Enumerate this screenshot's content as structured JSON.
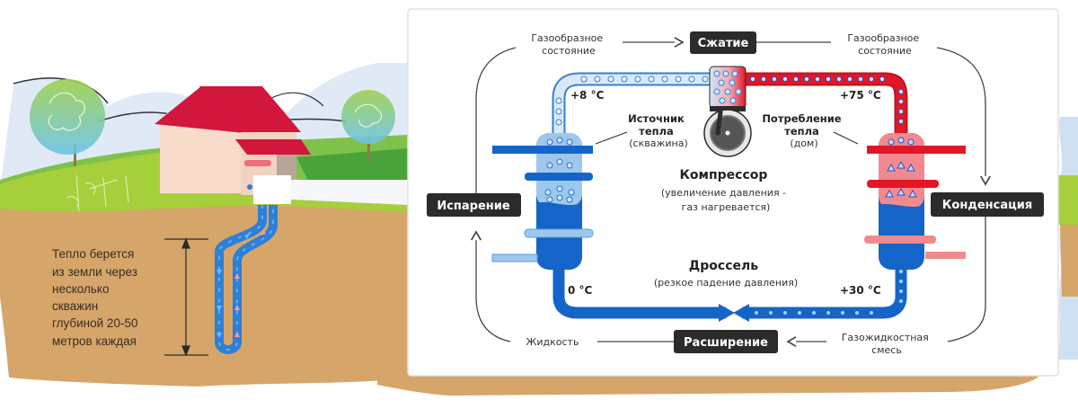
{
  "landscape": {
    "caption_lines": [
      "Тепло берется",
      "из земли через",
      "несколько",
      "скважин",
      "глубиной 20-50",
      "метров каждая"
    ],
    "colors": {
      "ground": "#d6a56a",
      "grass": "#a6cf3c",
      "roof": "#d2163c",
      "wall": "#f7dccb",
      "pipe": "#2f7fd6"
    }
  },
  "cycle": {
    "stages": {
      "compression": "Сжатие",
      "condensation": "Конденсация",
      "expansion": "Расширение",
      "evaporation": "Испарение"
    },
    "states": {
      "gas_left": [
        "Газообразное",
        "состояние"
      ],
      "gas_right": [
        "Газообразное",
        "состояние"
      ],
      "liquid": "Жидкость",
      "mixture": [
        "Газожидкостная",
        "смесь"
      ]
    },
    "temperatures": {
      "evaporator_out": "+8 °C",
      "compressor_out": "+75 °C",
      "condenser_out": "+30 °C",
      "throttle_out": "0 °C"
    },
    "components": {
      "heat_source": [
        "Источник",
        "тепла",
        "(скважина)"
      ],
      "heat_consumer": [
        "Потребление",
        "тепла",
        "(дом)"
      ],
      "compressor": {
        "title": "Компрессор",
        "desc": [
          "(увеличение давления -",
          "газ нагревается)"
        ]
      },
      "throttle": {
        "title": "Дроссель",
        "desc": "(резкое падение давления)"
      }
    },
    "colors": {
      "cold": "#1565c8",
      "cold_light": "#9cc8ee",
      "hot": "#e01826",
      "hot_light": "#f08a8e",
      "tag_bg": "#2b2b2b",
      "line": "#444444"
    }
  }
}
